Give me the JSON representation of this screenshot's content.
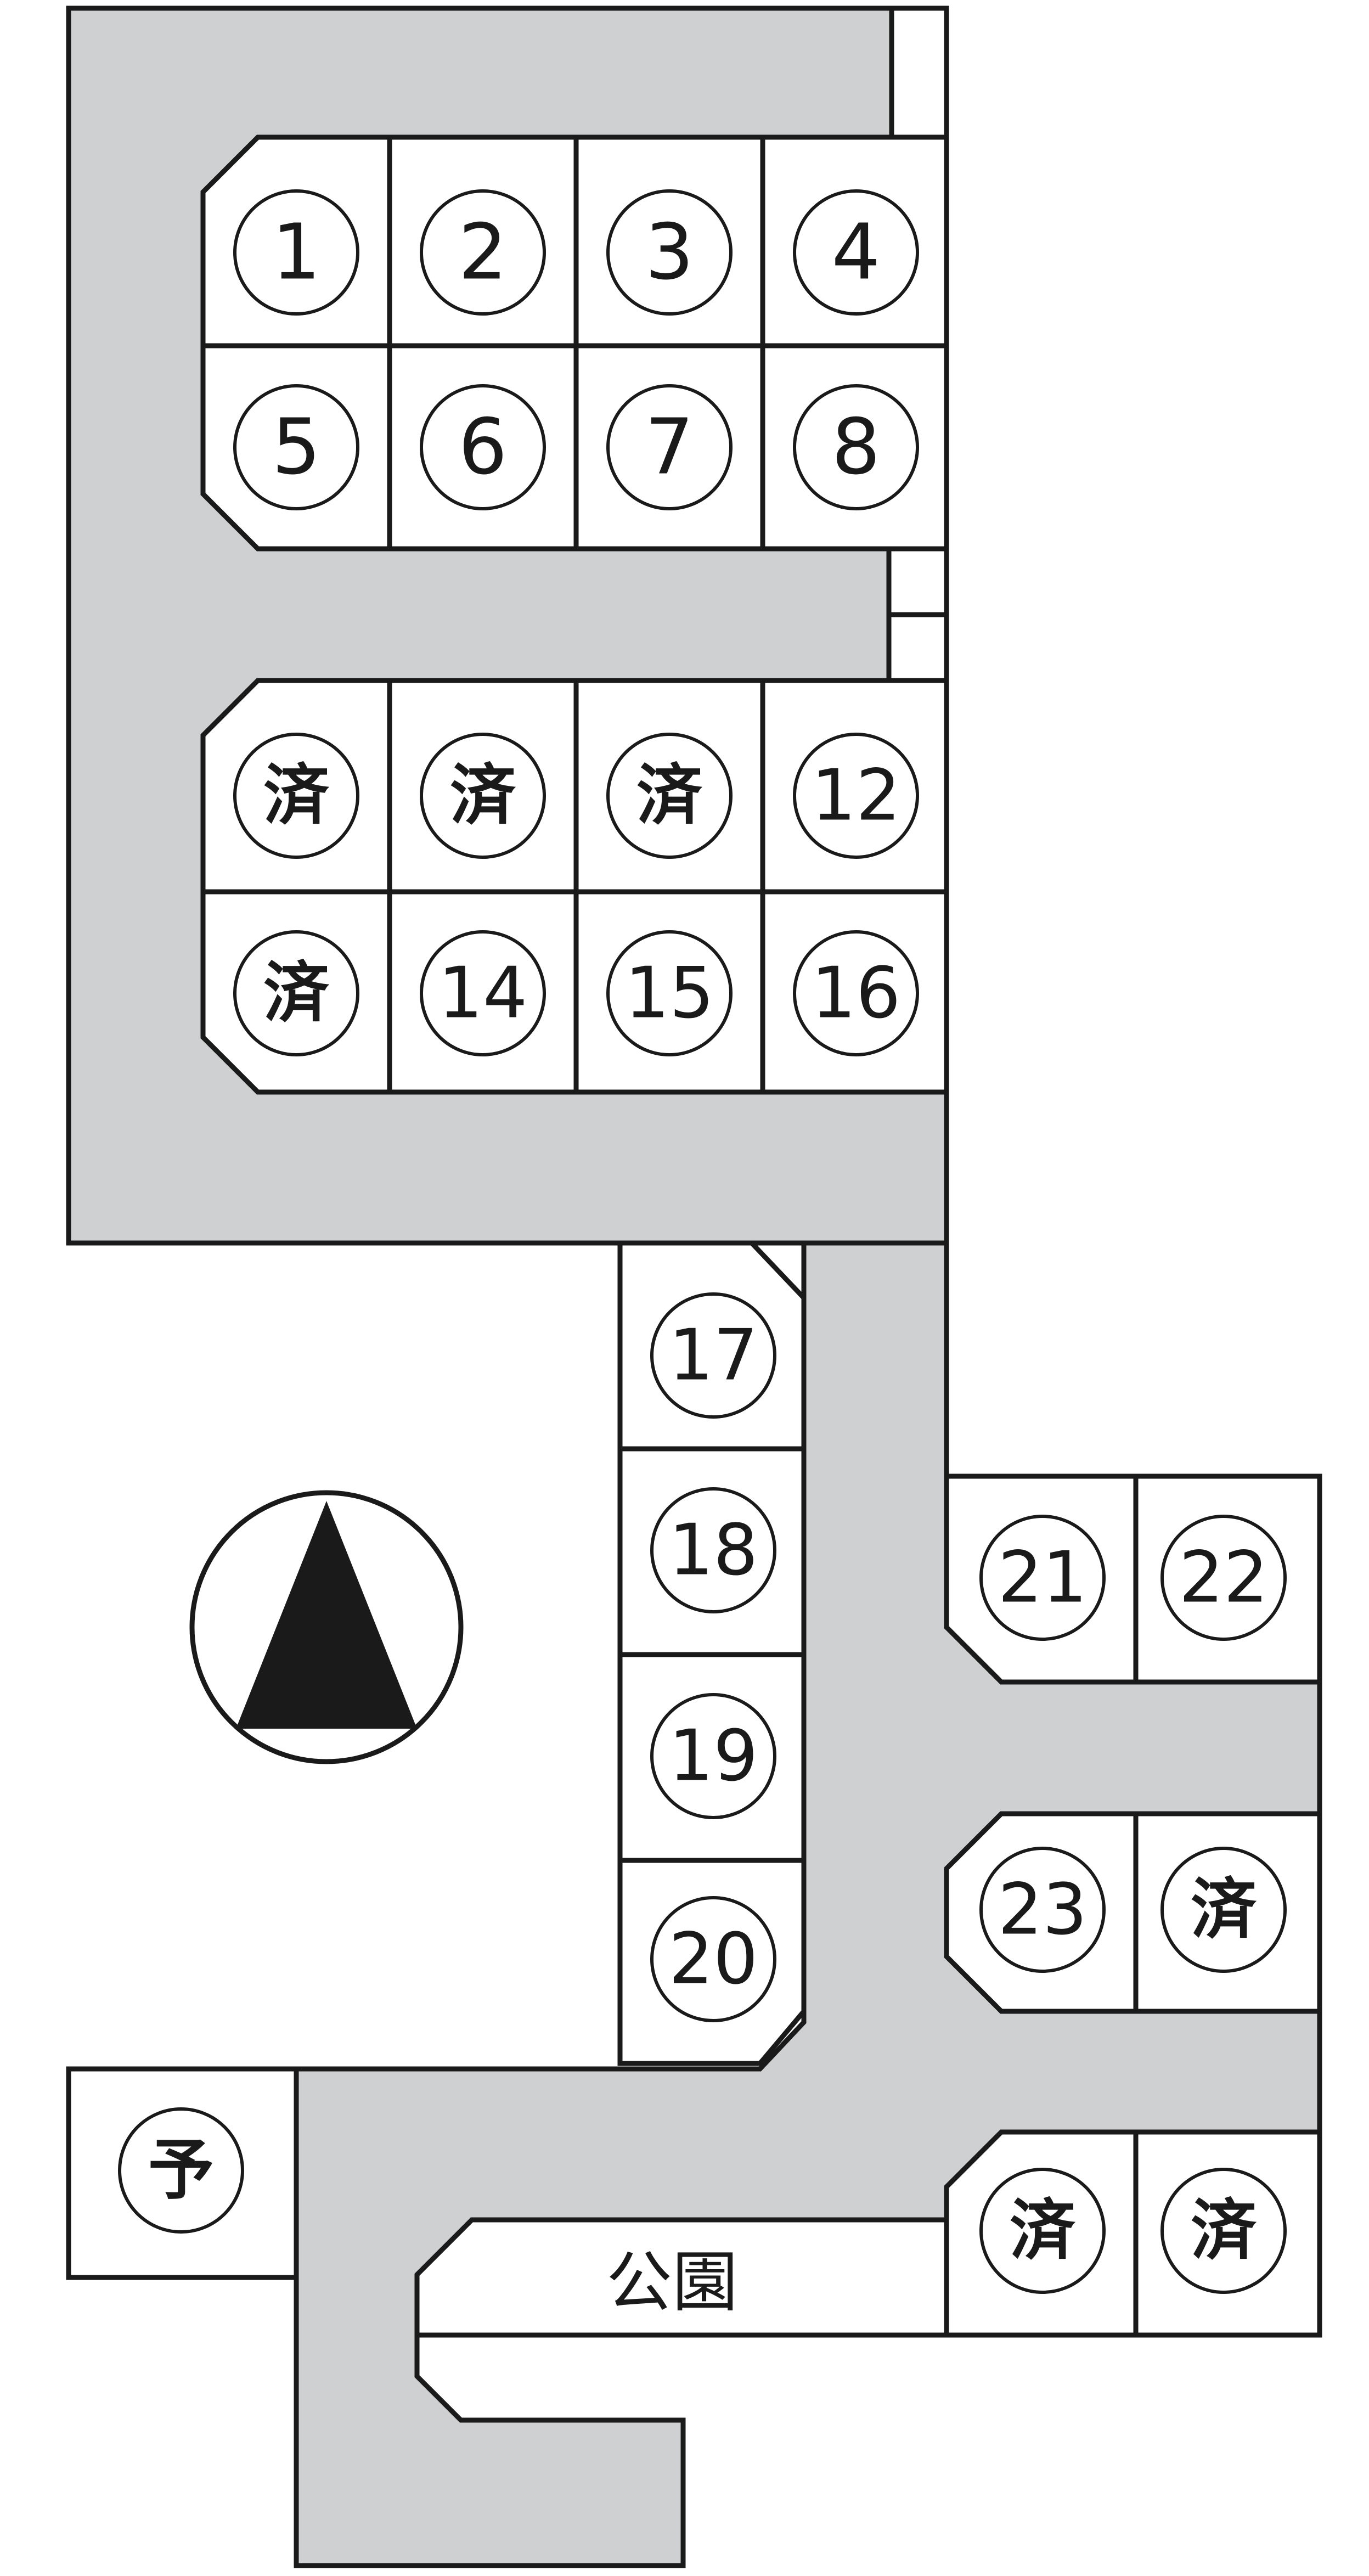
{
  "colors": {
    "road": "#cfd0d2",
    "lot": "#ffffff",
    "outline": "#1a1a1a",
    "north_marker": "#1a1a1a"
  },
  "north_marker": {
    "icon": "north-arrow-icon"
  },
  "park": {
    "label": "公園"
  },
  "lots": [
    {
      "id": "lot-1",
      "label": "1",
      "status": "available"
    },
    {
      "id": "lot-2",
      "label": "2",
      "status": "available"
    },
    {
      "id": "lot-3",
      "label": "3",
      "status": "available"
    },
    {
      "id": "lot-4",
      "label": "4",
      "status": "available"
    },
    {
      "id": "lot-5",
      "label": "5",
      "status": "available"
    },
    {
      "id": "lot-6",
      "label": "6",
      "status": "available"
    },
    {
      "id": "lot-7",
      "label": "7",
      "status": "available"
    },
    {
      "id": "lot-8",
      "label": "8",
      "status": "available"
    },
    {
      "id": "lot-9",
      "label": "済",
      "status": "sold"
    },
    {
      "id": "lot-10",
      "label": "済",
      "status": "sold"
    },
    {
      "id": "lot-11",
      "label": "済",
      "status": "sold"
    },
    {
      "id": "lot-12",
      "label": "12",
      "status": "available"
    },
    {
      "id": "lot-13",
      "label": "済",
      "status": "sold"
    },
    {
      "id": "lot-14",
      "label": "14",
      "status": "available"
    },
    {
      "id": "lot-15",
      "label": "15",
      "status": "available"
    },
    {
      "id": "lot-16",
      "label": "16",
      "status": "available"
    },
    {
      "id": "lot-17",
      "label": "17",
      "status": "available"
    },
    {
      "id": "lot-18",
      "label": "18",
      "status": "available"
    },
    {
      "id": "lot-19",
      "label": "19",
      "status": "available"
    },
    {
      "id": "lot-20",
      "label": "20",
      "status": "available"
    },
    {
      "id": "lot-21",
      "label": "21",
      "status": "available"
    },
    {
      "id": "lot-22",
      "label": "22",
      "status": "available"
    },
    {
      "id": "lot-23",
      "label": "23",
      "status": "available"
    },
    {
      "id": "lot-24",
      "label": "済",
      "status": "sold"
    },
    {
      "id": "lot-25",
      "label": "済",
      "status": "sold"
    },
    {
      "id": "lot-26",
      "label": "済",
      "status": "sold"
    },
    {
      "id": "lot-27",
      "label": "予",
      "status": "reserved"
    }
  ]
}
